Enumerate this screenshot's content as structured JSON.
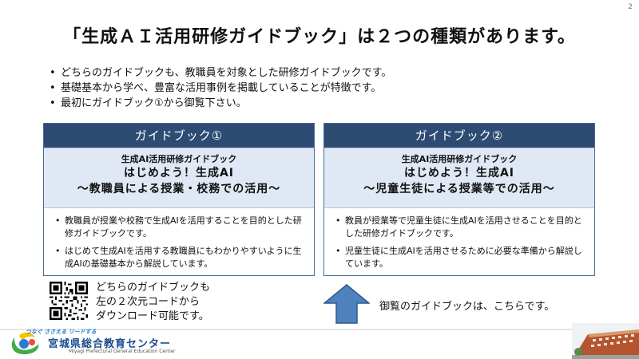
{
  "page_number": "2",
  "title": "「生成ＡＩ活用研修ガイドブック」は２つの種類があります。",
  "intro_bullets": [
    "どちらのガイドブックも、教職員を対象とした研修ガイドブックです。",
    "基礎基本から学べ、豊富な活用事例を掲載していることが特徴です。",
    "最初にガイドブック①から御覧下さい。"
  ],
  "guidebook_1": {
    "header": "ガイドブック①",
    "subtitle": "生成AI活用研修ガイドブック",
    "title_line1": "はじめよう！生成AI",
    "title_line2": "〜教職員による授業・校務での活用〜",
    "bullets": [
      "教職員が授業や校務で生成AIを活用することを目的とした研修ガイドブックです。",
      "はじめて生成AIを活用する教職員にもわかりやすいように生成AIの基礎基本から解説しています。"
    ]
  },
  "guidebook_2": {
    "header": "ガイドブック②",
    "subtitle": "生成AI活用研修ガイドブック",
    "title_line1": "はじめよう！生成AI",
    "title_line2": "〜児童生徒による授業等での活用〜",
    "bullets": [
      "教員が授業等で児童生徒に生成AIを活用させることを目的とした研修ガイドブックです。",
      "児童生徒に生成AIを活用させるために必要な準備から解説しています。"
    ]
  },
  "qr_note": {
    "line1": "どちらのガイドブックも",
    "line2": "左の２次元コードから",
    "line3": "ダウンロード可能です。"
  },
  "arrow_note": "御覧のガイドブックは、こちらです。",
  "footer": {
    "tagline": "つなぐ ささえる リードする",
    "org_name": "宮城県総合教育センター",
    "org_name_en": "Miyagi Prefectural General Education Center"
  },
  "colors": {
    "header_blue": "#2d4b73",
    "sub_blue": "#dfe8f4",
    "arrow_blue": "#4f81bd"
  }
}
